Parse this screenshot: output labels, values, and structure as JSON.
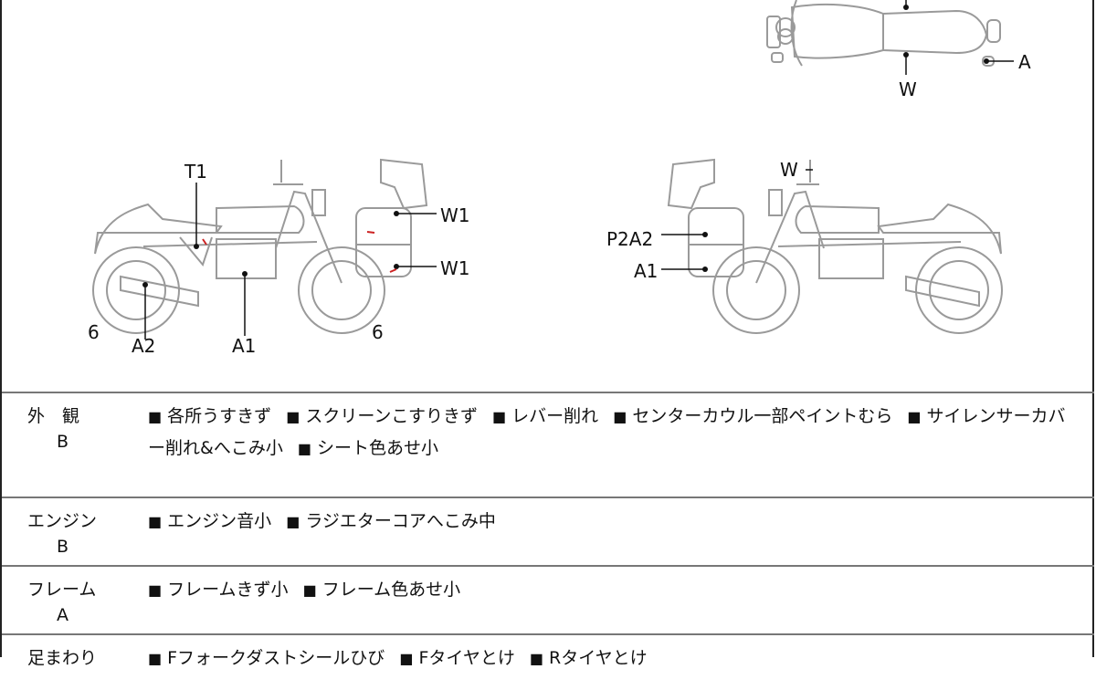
{
  "diagram": {
    "top_view_labels": [
      "W",
      "A"
    ],
    "left_view_labels": {
      "t1": "T1",
      "w1_upper": "W1",
      "w1_lower": "W1",
      "a2": "A2",
      "a1": "A1",
      "rear_tire": "6",
      "front_tire": "6"
    },
    "right_view_labels": {
      "w": "W",
      "p2a2": "P2A2",
      "a1": "A1"
    }
  },
  "rows": [
    {
      "category": "外　観",
      "grade": "B",
      "items": [
        "各所うすきず",
        "スクリーンこすりきず",
        "レバー削れ",
        "センターカウル一部ペイントむら",
        "サイレンサーカバー削れ&へこみ小",
        "シート色あせ小"
      ]
    },
    {
      "category": "エンジン",
      "grade": "B",
      "items": [
        "エンジン音小",
        "ラジエターコアへこみ中"
      ]
    },
    {
      "category": "フレーム",
      "grade": "A",
      "items": [
        "フレームきず小",
        "フレーム色あせ小"
      ]
    },
    {
      "category": "足まわり",
      "grade": "",
      "items": [
        "Fフォークダストシールひび",
        "Fタイヤとけ",
        "Rタイヤとけ"
      ]
    }
  ],
  "colors": {
    "line": "#999999",
    "damage": "#cc2222"
  }
}
